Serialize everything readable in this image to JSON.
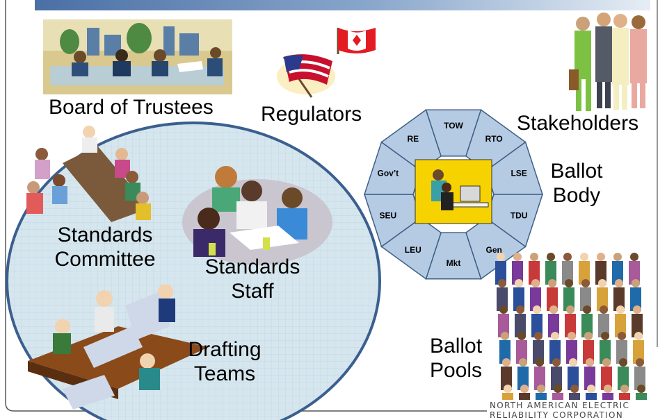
{
  "labels": {
    "board": "Board of Trustees",
    "regulators": "Regulators",
    "stakeholders": "Stakeholders",
    "ballot_body": [
      "Ballot",
      "Body"
    ],
    "standards_committee": [
      "Standards",
      "Committee"
    ],
    "standards_staff": [
      "Standards",
      "Staff"
    ],
    "drafting_teams": [
      "Drafting",
      "Teams"
    ],
    "ballot_pools": [
      "Ballot",
      "Pools"
    ]
  },
  "ballot_segments": [
    "TOW",
    "RTO",
    "LSE",
    "TDU",
    "Gen",
    "Mkt",
    "LEU",
    "SEU",
    "Gov’t",
    "RE"
  ],
  "footer": {
    "line1": "NORTH AMERICAN ELECTRIC",
    "line2": "RELIABILITY CORPORATION"
  },
  "colors": {
    "top_bar_dark": "#4a6fa5",
    "top_bar_light": "#e6edf5",
    "ellipse_fill": "#d6e6ee",
    "ellipse_stroke": "#3b5f8f",
    "segment_fill": "#b5cbe4",
    "segment_stroke": "#3f5f86",
    "center_fill": "#f6d200"
  }
}
